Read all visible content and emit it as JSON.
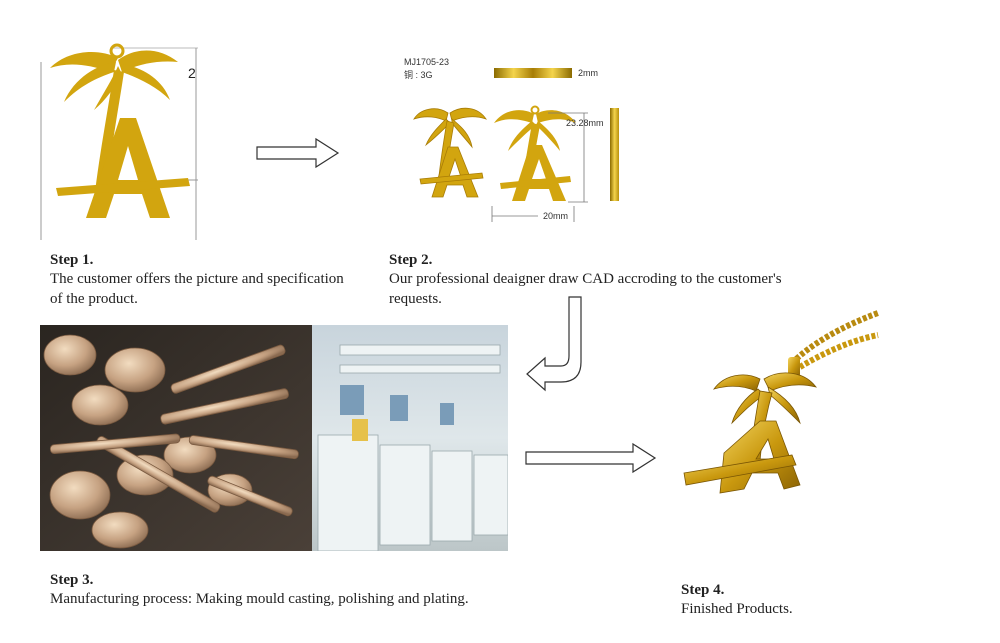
{
  "steps": [
    {
      "title": "Step 1.",
      "desc": "The customer offers the picture and specification of the product."
    },
    {
      "title": "Step 2.",
      "desc": "Our professional deaigner draw CAD accroding to the customer's requests."
    },
    {
      "title": "Step 3.",
      "desc": "Manufacturing process: Making mould casting, polishing and plating."
    },
    {
      "title": "Step 4.",
      "desc": "Finished Products."
    }
  ],
  "sketch": {
    "dimension_label": "2"
  },
  "cad": {
    "model_code": "MJ1705-23",
    "material": "铜 : 3G",
    "thickness_label": "2mm",
    "height_label": "23.28mm",
    "width_label": "20mm"
  },
  "colors": {
    "gold": "#d2a50f",
    "gold_dark": "#a87c06",
    "gold_light": "#f0d050"
  }
}
